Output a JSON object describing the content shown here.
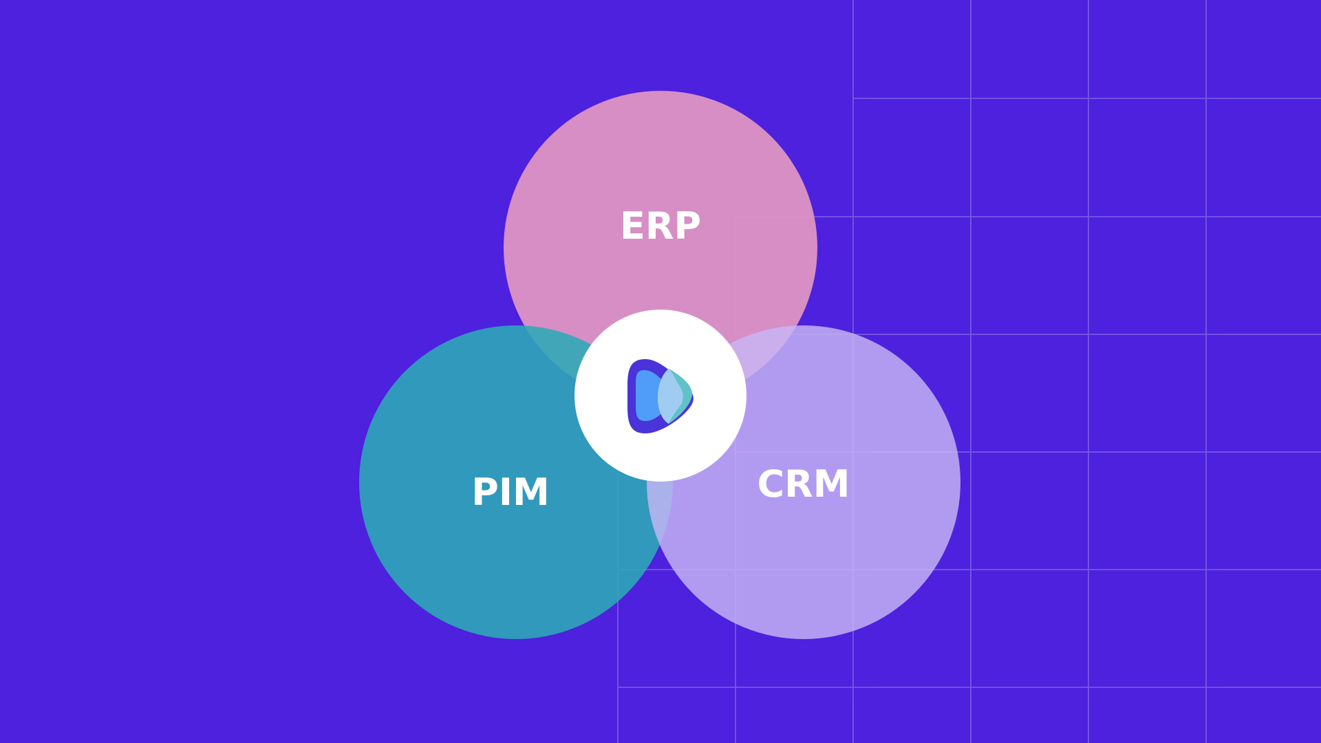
{
  "colors": {
    "background": "#4d21dd",
    "grid_line": "#7a5ae6",
    "erp": "#dd93c4",
    "pim": "#2eaab7",
    "crm": "#b6a2f0",
    "center_disc": "#ffffff",
    "logo_dark": "#4a33d9",
    "logo_blue": "#4f9df8",
    "logo_teal": "#5fc2c7",
    "logo_light": "#a7cdf5"
  },
  "circles": {
    "erp": {
      "label": "ERP"
    },
    "pim": {
      "label": "PIM"
    },
    "crm": {
      "label": "CRM"
    }
  },
  "center_logo": {
    "icon": "play-shape-logo-icon"
  }
}
